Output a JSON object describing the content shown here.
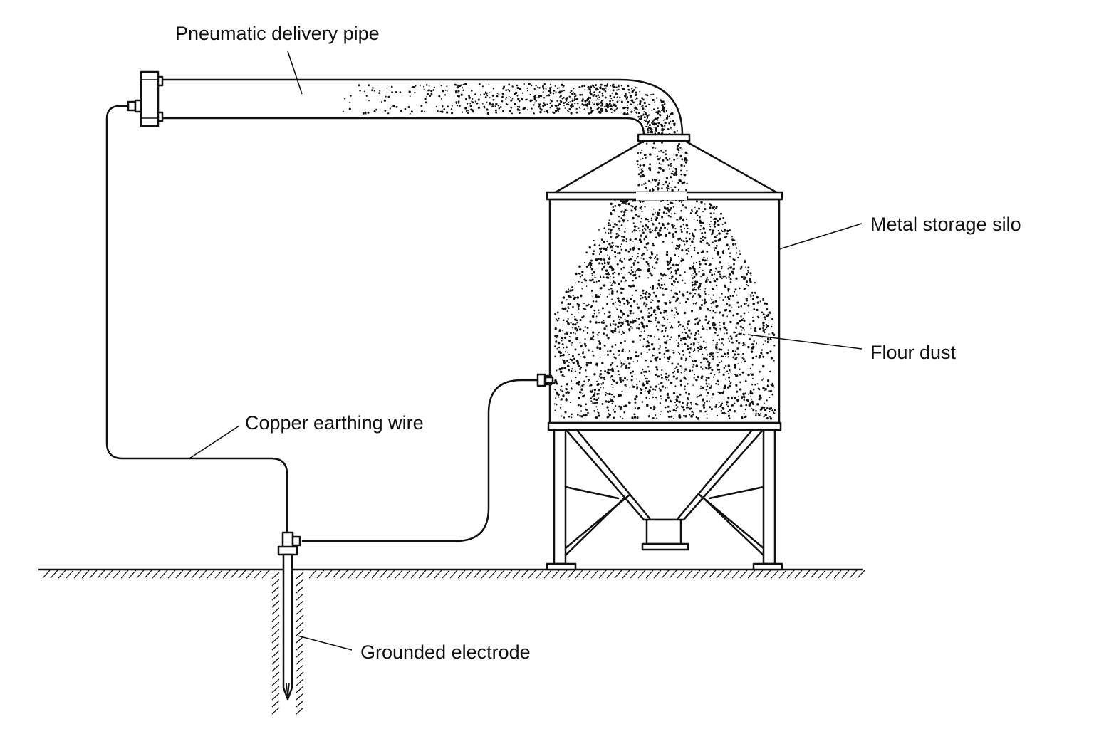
{
  "labels": {
    "pipe": "Pneumatic delivery pipe",
    "silo": "Metal storage silo",
    "dust": "Flour dust",
    "wire": "Copper earthing wire",
    "electrode": "Grounded electrode"
  },
  "colors": {
    "ink": "#111111",
    "background": "#ffffff"
  }
}
